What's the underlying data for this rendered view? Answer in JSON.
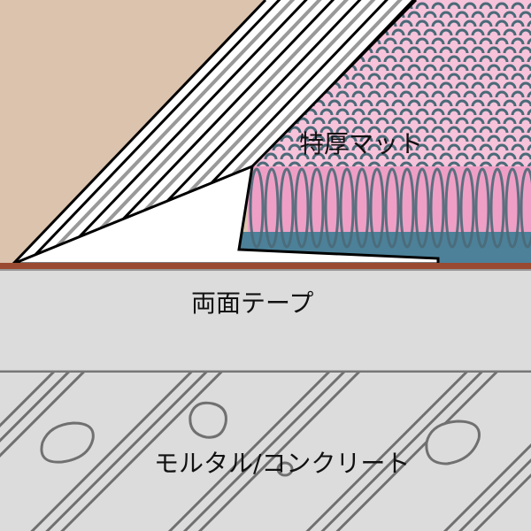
{
  "labels": {
    "mat": "特厚マット",
    "tape": "両面テープ",
    "substrate": "モルタル/コンクリート"
  },
  "colors": {
    "wall": "#dcc3ad",
    "mat_top": "#f6c3da",
    "mat_mid": "#ef9fc5",
    "mat_bottom": "#4c8199",
    "pattern": "#4b6a78",
    "tape": "#9a4a30",
    "floor": "#dcdcdc",
    "lines": "#707070"
  }
}
